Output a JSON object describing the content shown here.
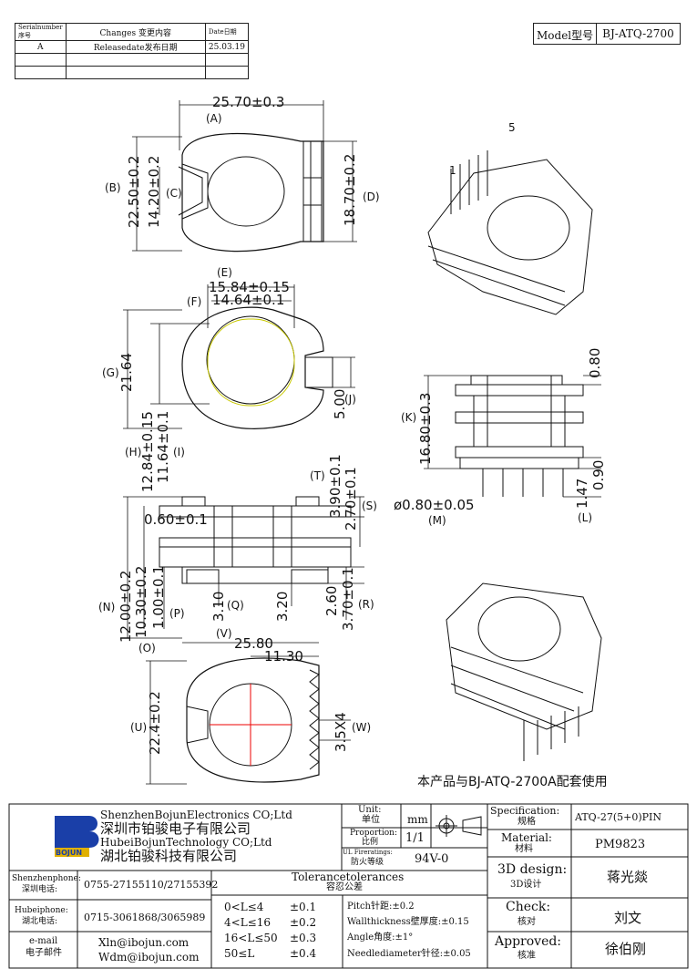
{
  "revision_table": {
    "headers": [
      "Serialnumber序号",
      "Changes 变更内容",
      "Date日期"
    ],
    "rows": [
      [
        "A",
        "Releasedate发布日期",
        "25.03.19"
      ],
      [
        "",
        "",
        ""
      ],
      [
        "",
        "",
        ""
      ]
    ]
  },
  "model": {
    "label": "Model型号",
    "value": "BJ-ATQ-2700"
  },
  "top_view": {
    "width_dim": "25.70±0.3",
    "width_tag": "(A)",
    "height_dim": "22.50±0.2",
    "height_tag": "(B)",
    "slot_dim": "14.20±0.2",
    "slot_tag": "(C)",
    "side_dim": "18.70±0.2",
    "side_tag": "(D)"
  },
  "bottom_view": {
    "e_dim": "15.84±0.15",
    "e_tag": "(E)",
    "f_dim": "14.64±0.1",
    "f_tag": "(F)",
    "g_dim": "21.64",
    "g_tag": "(G)",
    "h_dim": "12.84±0.15",
    "h_tag": "(H)",
    "i_dim": "11.64±0.1",
    "i_tag": "(I)",
    "j_dim": "5.00",
    "j_tag": "(J)"
  },
  "side_view": {
    "k_dim": "16.80±0.3",
    "k_tag": "(K)",
    "top_dim": "0.80",
    "pin_len": "1.47",
    "pin_sub": "0.90",
    "l_tag": "(L)",
    "pin_dia": "ø0.80±0.05",
    "m_tag": "(M)"
  },
  "front_view": {
    "t_dim": "3.90±0.1",
    "t_tag": "(T)",
    "s_dim": "2.70±0.1",
    "s_tag": "(S)",
    "flange_dim": "0.60±0.1",
    "n_dim": "12.00±0.2",
    "n_tag": "(N)",
    "o_dim": "10.30±0.2",
    "o_tag": "(O)",
    "p_dim": "1.00±0.1",
    "p_tag": "(P)",
    "q_dim": "3.10",
    "q_tag": "(Q)",
    "mid_dim": "3.20",
    "r1_dim": "2.60",
    "r2_dim": "3.70±0.1",
    "r_tag": "(R)"
  },
  "lower_view": {
    "v_dim": "25.80",
    "v_tag": "(V)",
    "inner_dim": "11.30",
    "u_dim": "22.4±0.2",
    "u_tag": "(U)",
    "w_dim": "3.5X4",
    "w_tag": "(W)"
  },
  "pin_labels": {
    "first": "1",
    "last": "5"
  },
  "note": "本产品与BJ-ATQ-2700A配套使用",
  "title_block": {
    "company_en_1": "ShenzhenBojunElectronics CO;Ltd",
    "company_cn_1": "深圳市铂骏电子有限公司",
    "company_en_2": "HubeiBojunTechnology CO;Ltd",
    "company_cn_2": "湖北铂骏科技有限公司",
    "logo_text": "BOJUN",
    "unit_label": "Unit:",
    "unit_label_cn": "单位",
    "unit_value": "mm",
    "proportion_label": "Proportion:",
    "proportion_label_cn": "比例",
    "proportion_value": "1/1",
    "fire_label": "UL Fireratings:",
    "fire_label_cn": "防火等级",
    "fire_value": "94V-0",
    "spec_label": "Specification:",
    "spec_label_cn": "规格",
    "spec_value": "ATQ-27(5+0)PIN",
    "material_label": "Material:",
    "material_label_cn": "材料",
    "material_value": "PM9823",
    "design_label": "3D design:",
    "design_label_cn": "3D设计",
    "design_value": "蒋光燚",
    "check_label": "Check:",
    "check_label_cn": "核对",
    "check_value": "刘文",
    "approved_label": "Approved:",
    "approved_label_cn": "核准",
    "approved_value": "徐伯刚",
    "sz_phone_label": "Shenzhenphone:",
    "sz_phone_label_cn": "深圳电话:",
    "sz_phone": "0755-27155110/27155392",
    "hb_phone_label": "Hubeiphone:",
    "hb_phone_label_cn": "湖北电话:",
    "hb_phone": "0715-3061868/3065989",
    "email_label": "e-mail",
    "email_label_cn": "电子邮件",
    "email_1": "Xln@ibojun.com",
    "email_2": "Wdm@ibojun.com",
    "tol_title": "Tolerancetolerances",
    "tol_title_cn": "容忍公差",
    "tolerances": [
      {
        "range": "0<L≤4",
        "value": "±0.1"
      },
      {
        "range": "4<L≤16",
        "value": "±0.2"
      },
      {
        "range": "16<L≤50",
        "value": "±0.3"
      },
      {
        "range": "50≤L",
        "value": "±0.4"
      }
    ],
    "pitch": "Pitch针距:±0.2",
    "wall": "Wallthickness壁厚度:±0.15",
    "angle": "Angle角度:±1°",
    "needle": "Needlediameter针径:±0.05"
  }
}
